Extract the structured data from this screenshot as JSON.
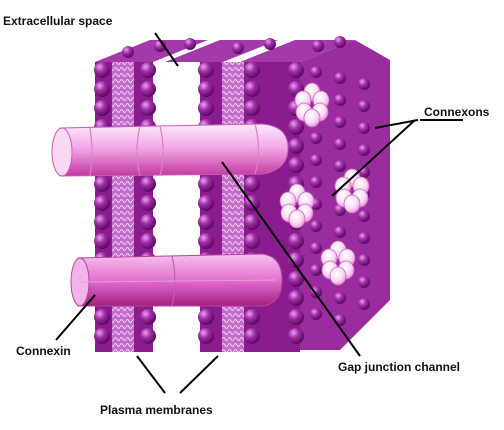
{
  "labels": {
    "extracellular": "Extracellular space",
    "connexons": "Connexons",
    "connexin": "Connexin",
    "gap_junction": "Gap junction channel",
    "plasma_membranes": "Plasma membranes"
  },
  "colors": {
    "bead_dark": "#6e0f74",
    "bead_mid": "#9a26a1",
    "bead_light": "#d77fdc",
    "tube_light": "#fbe0f6",
    "tube_mid": "#f08ae4",
    "tube_dark": "#c0349f",
    "pointer": "#000000"
  }
}
